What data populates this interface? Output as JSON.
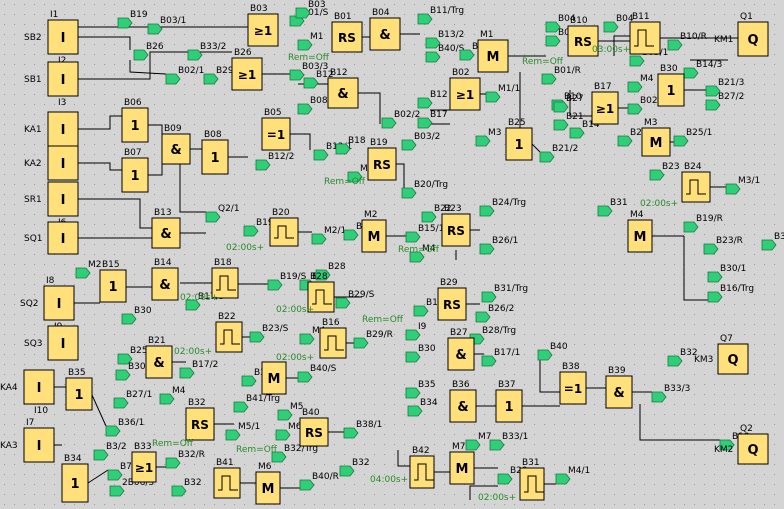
{
  "colors": {
    "background": "#d4d4d4",
    "grid_dot": "#9a9a9a",
    "block_fill": "#ffe07a",
    "block_stroke": "#000000",
    "wire": "#000000",
    "flag_fill": "#2fcf7a",
    "flag_stroke": "#1a7a3a",
    "green_text": "#2a8a2a",
    "label_text": "#000000"
  },
  "blocks": [
    {
      "id": "I1",
      "type": "input",
      "symbol": "I",
      "top": "I1",
      "bottom": "I2",
      "left": "SB2"
    },
    {
      "id": "I3",
      "type": "input",
      "symbol": "I",
      "top": "",
      "bottom": "I3",
      "left": "SB1"
    },
    {
      "id": "I4",
      "type": "input",
      "symbol": "I",
      "top": "",
      "bottom": "I4",
      "left": "KA1"
    },
    {
      "id": "I5",
      "type": "input",
      "symbol": "I",
      "top": "",
      "bottom": "I5",
      "left": "KA2"
    },
    {
      "id": "I6",
      "type": "input",
      "symbol": "I",
      "top": "",
      "bottom": "I6",
      "left": "SR1"
    },
    {
      "id": "I7in",
      "type": "input",
      "symbol": "I",
      "top": "",
      "bottom": "",
      "left": "SQ1"
    },
    {
      "id": "I8",
      "type": "input",
      "symbol": "I",
      "top": "I8",
      "bottom": "I9",
      "left": "SQ2"
    },
    {
      "id": "SQ3",
      "type": "input",
      "symbol": "I",
      "top": "",
      "bottom": "",
      "left": "SQ3"
    },
    {
      "id": "I10",
      "type": "input",
      "symbol": "I",
      "top": "",
      "bottom": "I10",
      "left": "KA4"
    },
    {
      "id": "I7",
      "type": "input",
      "symbol": "I",
      "top": "I7",
      "bottom": "",
      "left": "KA3"
    },
    {
      "id": "B06",
      "type": "not",
      "symbol": "1",
      "top": "B06",
      "bottom": "",
      "left": ""
    },
    {
      "id": "B07",
      "type": "not",
      "symbol": "1",
      "top": "B07",
      "bottom": "",
      "left": ""
    },
    {
      "id": "B09",
      "type": "and",
      "symbol": "&",
      "top": "B09",
      "bottom": "",
      "left": ""
    },
    {
      "id": "B08",
      "type": "not",
      "symbol": "1",
      "top": "B08",
      "bottom": "",
      "left": ""
    },
    {
      "id": "B03",
      "type": "or",
      "symbol": "≥1",
      "top": "B03",
      "bottom": "",
      "left": ""
    },
    {
      "id": "B26",
      "type": "or",
      "symbol": "≥1",
      "top": "B26",
      "bottom": "",
      "left": ""
    },
    {
      "id": "B05",
      "type": "xor",
      "symbol": "=1",
      "top": "B05",
      "bottom": "",
      "left": ""
    },
    {
      "id": "B01",
      "type": "rs",
      "symbol": "RS",
      "top": "B01",
      "bottom": "",
      "left": ""
    },
    {
      "id": "B04",
      "type": "and",
      "symbol": "&",
      "top": "B04",
      "bottom": "",
      "left": ""
    },
    {
      "id": "B12",
      "type": "and",
      "symbol": "&",
      "top": "B12",
      "bottom": "",
      "left": ""
    },
    {
      "id": "B19",
      "type": "rs",
      "symbol": "RS",
      "top": "B19",
      "bottom": "",
      "left": ""
    },
    {
      "id": "M1",
      "type": "marker",
      "symbol": "M",
      "top": "M1",
      "bottom": "",
      "left": ""
    },
    {
      "id": "B02",
      "type": "or",
      "symbol": "≥1",
      "top": "B02",
      "bottom": "",
      "left": ""
    },
    {
      "id": "B25",
      "type": "not",
      "symbol": "1",
      "top": "B25",
      "bottom": "",
      "left": ""
    },
    {
      "id": "B10",
      "type": "rs",
      "symbol": "RS",
      "top": "B10",
      "bottom": "",
      "left": ""
    },
    {
      "id": "B11",
      "type": "timer",
      "symbol": "",
      "top": "B11",
      "bottom": "",
      "left": ""
    },
    {
      "id": "Q1",
      "type": "output",
      "symbol": "Q",
      "top": "Q1",
      "bottom": "",
      "left": "KM1"
    },
    {
      "id": "B17",
      "type": "or",
      "symbol": "≥1",
      "top": "B17",
      "bottom": "",
      "left": ""
    },
    {
      "id": "B30",
      "type": "not",
      "symbol": "1",
      "top": "B30",
      "bottom": "",
      "left": ""
    },
    {
      "id": "M3",
      "type": "marker",
      "symbol": "M",
      "top": "M3",
      "bottom": "",
      "left": ""
    },
    {
      "id": "B24",
      "type": "timer",
      "symbol": "",
      "top": "B24",
      "bottom": "",
      "left": ""
    },
    {
      "id": "B13",
      "type": "and",
      "symbol": "&",
      "top": "B13",
      "bottom": "",
      "left": ""
    },
    {
      "id": "B14",
      "type": "and",
      "symbol": "&",
      "top": "B14",
      "bottom": "",
      "left": ""
    },
    {
      "id": "B15",
      "type": "not",
      "symbol": "1",
      "top": "B15",
      "bottom": "",
      "left": ""
    },
    {
      "id": "B20",
      "type": "timer",
      "symbol": "",
      "top": "B20",
      "bottom": "",
      "left": ""
    },
    {
      "id": "M2",
      "type": "marker",
      "symbol": "M",
      "top": "M2",
      "bottom": "",
      "left": ""
    },
    {
      "id": "B23",
      "type": "rs",
      "symbol": "RS",
      "top": "B23",
      "bottom": "",
      "left": ""
    },
    {
      "id": "M4",
      "type": "marker",
      "symbol": "M",
      "top": "M4",
      "bottom": "",
      "left": ""
    },
    {
      "id": "B18",
      "type": "timer",
      "symbol": "",
      "top": "B18",
      "bottom": "",
      "left": ""
    },
    {
      "id": "B28",
      "type": "timer",
      "symbol": "",
      "top": "B28",
      "bottom": "",
      "left": ""
    },
    {
      "id": "B29",
      "type": "rs",
      "symbol": "RS",
      "top": "B29",
      "bottom": "",
      "left": ""
    },
    {
      "id": "B21",
      "type": "and",
      "symbol": "&",
      "top": "B21",
      "bottom": "",
      "left": ""
    },
    {
      "id": "B22",
      "type": "timer",
      "symbol": "",
      "top": "B22",
      "bottom": "",
      "left": ""
    },
    {
      "id": "B16",
      "type": "timer",
      "symbol": "",
      "top": "B16",
      "bottom": "",
      "left": ""
    },
    {
      "id": "M5",
      "type": "marker",
      "symbol": "M",
      "top": "",
      "bottom": "",
      "left": ""
    },
    {
      "id": "B27",
      "type": "and",
      "symbol": "&",
      "top": "B27",
      "bottom": "",
      "left": ""
    },
    {
      "id": "Q7",
      "type": "output",
      "symbol": "Q",
      "top": "Q7",
      "bottom": "",
      "left": "KM3"
    },
    {
      "id": "B35",
      "type": "not",
      "symbol": "1",
      "top": "B35",
      "bottom": "",
      "left": ""
    },
    {
      "id": "B32",
      "type": "rs",
      "symbol": "RS",
      "top": "B32",
      "bottom": "",
      "left": ""
    },
    {
      "id": "B40",
      "type": "rs",
      "symbol": "RS",
      "top": "B40",
      "bottom": "",
      "left": ""
    },
    {
      "id": "B36",
      "type": "and",
      "symbol": "&",
      "top": "B36",
      "bottom": "",
      "left": ""
    },
    {
      "id": "B37",
      "type": "not",
      "symbol": "1",
      "top": "B37",
      "bottom": "",
      "left": ""
    },
    {
      "id": "B38",
      "type": "xor",
      "symbol": "=1",
      "top": "B38",
      "bottom": "",
      "left": ""
    },
    {
      "id": "B39",
      "type": "and",
      "symbol": "&",
      "top": "B39",
      "bottom": "",
      "left": ""
    },
    {
      "id": "B34",
      "type": "not",
      "symbol": "1",
      "top": "B34",
      "bottom": "",
      "left": ""
    },
    {
      "id": "B33",
      "type": "or",
      "symbol": "≥1",
      "top": "B33",
      "bottom": "",
      "left": ""
    },
    {
      "id": "B41",
      "type": "timer",
      "symbol": "",
      "top": "B41",
      "bottom": "",
      "left": ""
    },
    {
      "id": "M6",
      "type": "marker",
      "symbol": "M",
      "top": "M6",
      "bottom": "",
      "left": ""
    },
    {
      "id": "B42",
      "type": "timer",
      "symbol": "",
      "top": "B42",
      "bottom": "",
      "left": ""
    },
    {
      "id": "M7",
      "type": "marker",
      "symbol": "M",
      "top": "M7",
      "bottom": "",
      "left": ""
    },
    {
      "id": "B31",
      "type": "timer",
      "symbol": "",
      "top": "B31",
      "bottom": "",
      "left": ""
    },
    {
      "id": "Q2",
      "type": "output",
      "symbol": "Q",
      "top": "Q2",
      "bottom": "",
      "left": "KM2"
    }
  ],
  "flags": [
    "B19",
    "B03/1",
    "B26",
    "B33/2",
    "B02/1",
    "B29",
    "B01/S",
    "B03",
    "B03/3",
    "B11/Trg",
    "B13/2",
    "B40/S",
    "B02",
    "B04",
    "B01",
    "B04",
    "B05/1",
    "B10/R",
    "B12",
    "B08",
    "B10",
    "B12/1",
    "B12/2",
    "B18",
    "B02/2",
    "B03/2",
    "M4",
    "B20/Trg",
    "M1",
    "B12",
    "B17",
    "M1/1",
    "M3",
    "B21/2",
    "B01/R",
    "B27",
    "B21",
    "B14",
    "B02/3",
    "B24",
    "B25/1",
    "M4",
    "B14/3",
    "B21/3",
    "B27/2",
    "B23",
    "M3/1",
    "Q2/1",
    "B19",
    "M2/1",
    "B20",
    "B15/1",
    "M4",
    "B22",
    "B24/Trg",
    "B26/1",
    "B31",
    "B19/R",
    "B23/R",
    "B32/S",
    "B30/1",
    "B16/Trg",
    "M2",
    "B19/S",
    "B27",
    "B29/S",
    "B28",
    "B31/Trg",
    "B16",
    "B26/2",
    "B30",
    "B17/3",
    "B23/S",
    "M4",
    "B29/R",
    "B25",
    "B17/2",
    "B30",
    "B32",
    "B40/S",
    "I9",
    "B28/Trg",
    "B30",
    "B17/1",
    "B40",
    "B32",
    "B27/1",
    "B36/1",
    "M4",
    "B41/Trg",
    "M5",
    "B35",
    "B34",
    "B33/3",
    "B38/1",
    "M5/1",
    "M6",
    "M7",
    "B33/1",
    "B13",
    "B29",
    "B32/R",
    "B32",
    "B40/R",
    "B32",
    "M4/1",
    "B3/2",
    "B32/Trg",
    "B7/1",
    "2B06/3"
  ],
  "params": [
    "Rem=Off",
    "Rem=Off",
    "Rem=Off",
    "Rem=Off",
    "Rem=Off",
    "Rem=Off",
    "Rem=Off",
    "02:00s+",
    "02:00s+",
    "02:00s+",
    "02:00s+",
    "02:00s+",
    "02:00s+",
    "03:00s+",
    "04:00s+",
    "02:00s+"
  ]
}
